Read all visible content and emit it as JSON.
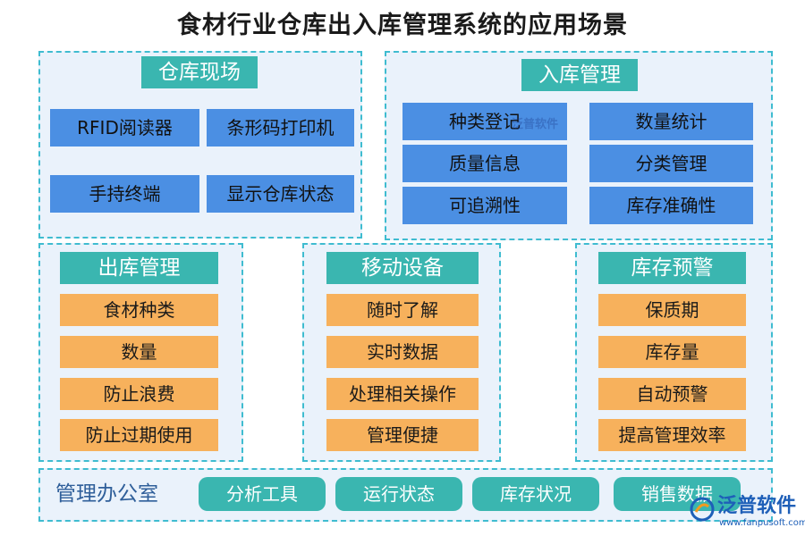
{
  "title": "食材行业仓库出入库管理系统的应用场景",
  "warehouse": {
    "title": "仓库现场",
    "items": [
      "RFID阅读器",
      "条形码打印机",
      "手持终端",
      "显示仓库状态"
    ]
  },
  "inbound": {
    "title": "入库管理",
    "items": [
      "种类登记",
      "数量统计",
      "质量信息",
      "分类管理",
      "可追溯性",
      "库存准确性"
    ]
  },
  "outbound": {
    "title": "出库管理",
    "items": [
      "食材种类",
      "数量",
      "防止浪费",
      "防止过期使用"
    ]
  },
  "mobile": {
    "title": "移动设备",
    "items": [
      "随时了解",
      "实时数据",
      "处理相关操作",
      "管理便捷"
    ]
  },
  "alert": {
    "title": "库存预警",
    "items": [
      "保质期",
      "库存量",
      "自动预警",
      "提高管理效率"
    ]
  },
  "office": {
    "label": "管理办公室",
    "items": [
      "分析工具",
      "运行状态",
      "库存状况",
      "销售数据"
    ]
  },
  "watermark": {
    "center": "泛普软件",
    "logo": "泛普软件",
    "url": "www.fanpusoft.com"
  },
  "colors": {
    "teal": "#3ab6b0",
    "blue_box": "#4b8fe3",
    "orange_box": "#f7b15c",
    "panel_bg": "#eaf2fb",
    "dashed_border": "#3fbcd0"
  }
}
